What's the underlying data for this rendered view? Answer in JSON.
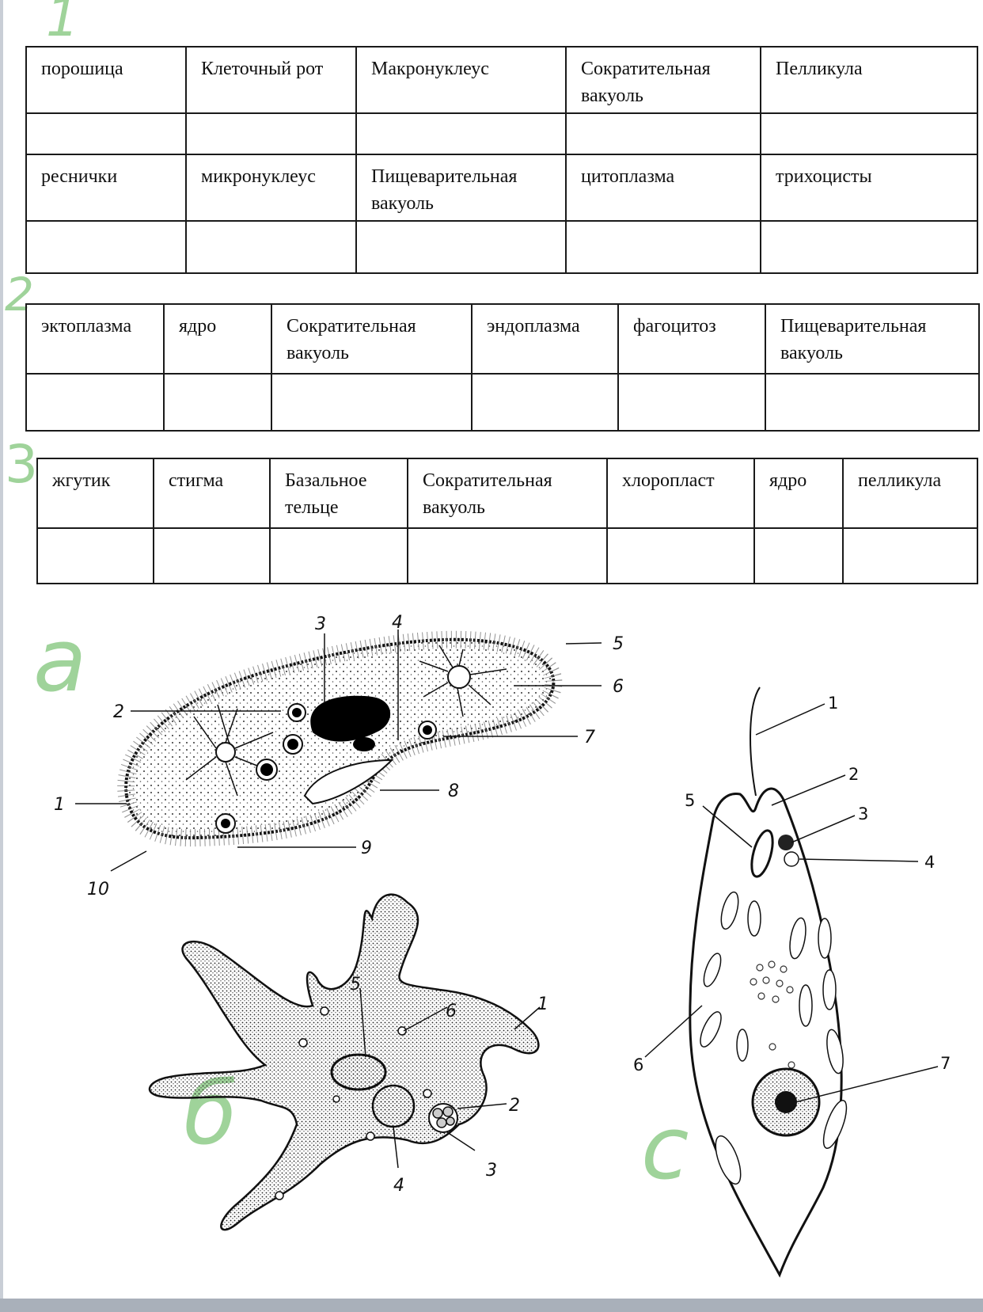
{
  "markers": {
    "t1": "1",
    "t2": "2",
    "t3": "3",
    "a": "a",
    "b": "б",
    "c": "c"
  },
  "table1": {
    "row1": [
      "порошица",
      "Клеточный рот",
      "Макронуклеус",
      "Сократительная вакуоль",
      "Пелликула"
    ],
    "row2": [
      "реснички",
      "микронуклеус",
      "Пищеварительная вакуоль",
      "цитоплазма",
      "трихоцисты"
    ]
  },
  "table2": {
    "row1": [
      "эктоплазма",
      "ядро",
      "Сократительная вакуоль",
      "эндоплазма",
      "фагоцитоз",
      "Пищеварительная вакуоль"
    ]
  },
  "table3": {
    "row1": [
      "жгутик",
      "стигма",
      "Базальное тельце",
      "Сократительная вакуоль",
      "хлоропласт",
      "ядро",
      "пелликула"
    ]
  },
  "figure_a_labels": [
    "1",
    "2",
    "3",
    "4",
    "5",
    "6",
    "7",
    "8",
    "9",
    "10"
  ],
  "figure_b_labels": [
    "1",
    "2",
    "3",
    "4",
    "5",
    "6"
  ],
  "figure_c_labels": [
    "1",
    "2",
    "3",
    "4",
    "5",
    "6",
    "7"
  ]
}
